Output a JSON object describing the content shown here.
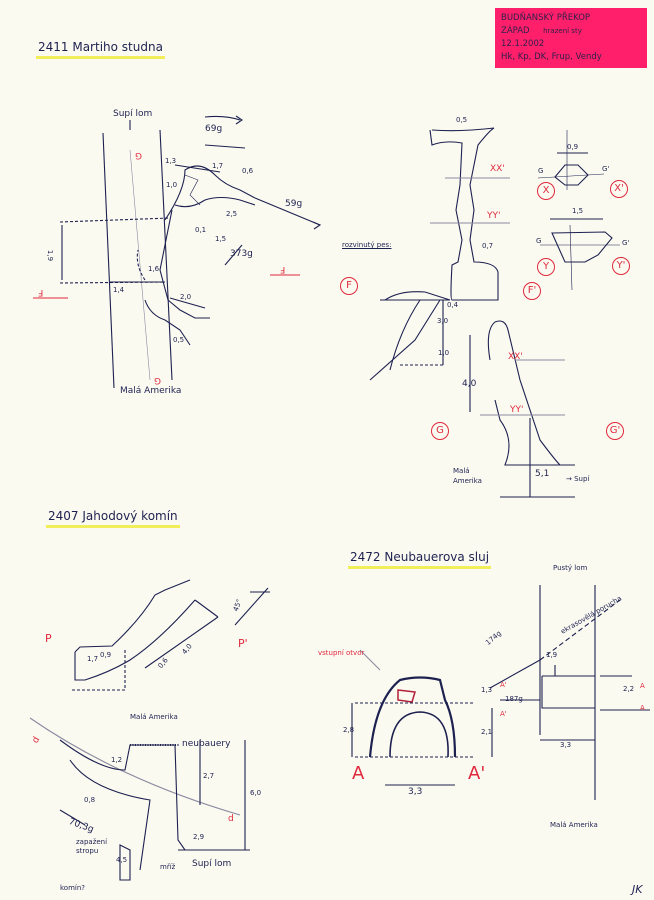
{
  "header": {
    "line1": "BUDŇANSKÝ PŘEKOP",
    "line2": "ZÁPAD",
    "line2_note": "hrazení sty",
    "date": "12.1.2002",
    "authors": "Hk, Kp, DK, Frup, Vendy",
    "color": "#ff1f6a"
  },
  "sections": {
    "martiho": {
      "title": "2411 Martiho studna",
      "plan": {
        "north": "Supí lom",
        "south": "Malá Amerika",
        "azimuth_1": "69g",
        "azimuth_2": "59g",
        "azimuth_3": "373g",
        "dims": [
          "1,3",
          "1,7",
          "0,6",
          "1,0",
          "2,5",
          "0,1",
          "1,5",
          "1,9",
          "1,6",
          "1,4",
          "2,0",
          "0,5"
        ],
        "section_F": "F",
        "section_G": "G"
      },
      "profile": {
        "dims": [
          "0,5",
          "0,7",
          "0,4",
          "3,0",
          "1,0",
          "4,0",
          "5,1"
        ],
        "xx": "XX'",
        "yy": "YY'",
        "note": "rozvinutý pes:",
        "F": "F",
        "F_prime": "F'",
        "G": "G",
        "G_prime": "G'",
        "left_dest": "Malá Amerika",
        "right_dest": "→ Supí"
      },
      "cross_sections": {
        "X_width": "0,9",
        "Y_width": "1,5",
        "X": "X",
        "X_prime": "X'",
        "Y": "Y",
        "Y_prime": "Y'",
        "G": "G",
        "G_prime": "G'"
      }
    },
    "jahodovy": {
      "title": "2407 Jahodový komín",
      "profile": {
        "P": "P",
        "P_prime": "P'",
        "angle": "45°",
        "dims": [
          "1,7",
          "0,9",
          "0,6",
          "4,0"
        ]
      },
      "plan": {
        "north": "Malá Amerika",
        "neubauery": "neubauery",
        "dims": [
          "1,2",
          "2,7",
          "6,0",
          "0,8",
          "2,9",
          "4,5"
        ],
        "d": "d",
        "d_left": "d",
        "azimuth": "70,3g",
        "note": "zapažení stropu",
        "komin": "komín?",
        "supi": "Supí lom",
        "mriz": "mříž"
      }
    },
    "neubauerova": {
      "title": "2472 Neubauerova sluj",
      "section": {
        "entrance": "vstupní otvor",
        "dims": [
          "1,3",
          "2,8",
          "2,1",
          "3,3"
        ],
        "A": "A",
        "A_prime": "A'"
      },
      "plan": {
        "north": "Pustý lom",
        "south": "Malá Amerika",
        "fault": "ekrasovělá porucha",
        "azimuth_1": "174g",
        "azimuth_2": "187g",
        "dims": [
          "1,9",
          "2,2",
          "3,3"
        ],
        "A": "A",
        "A_prime": "A'"
      }
    }
  },
  "signature": "JK"
}
